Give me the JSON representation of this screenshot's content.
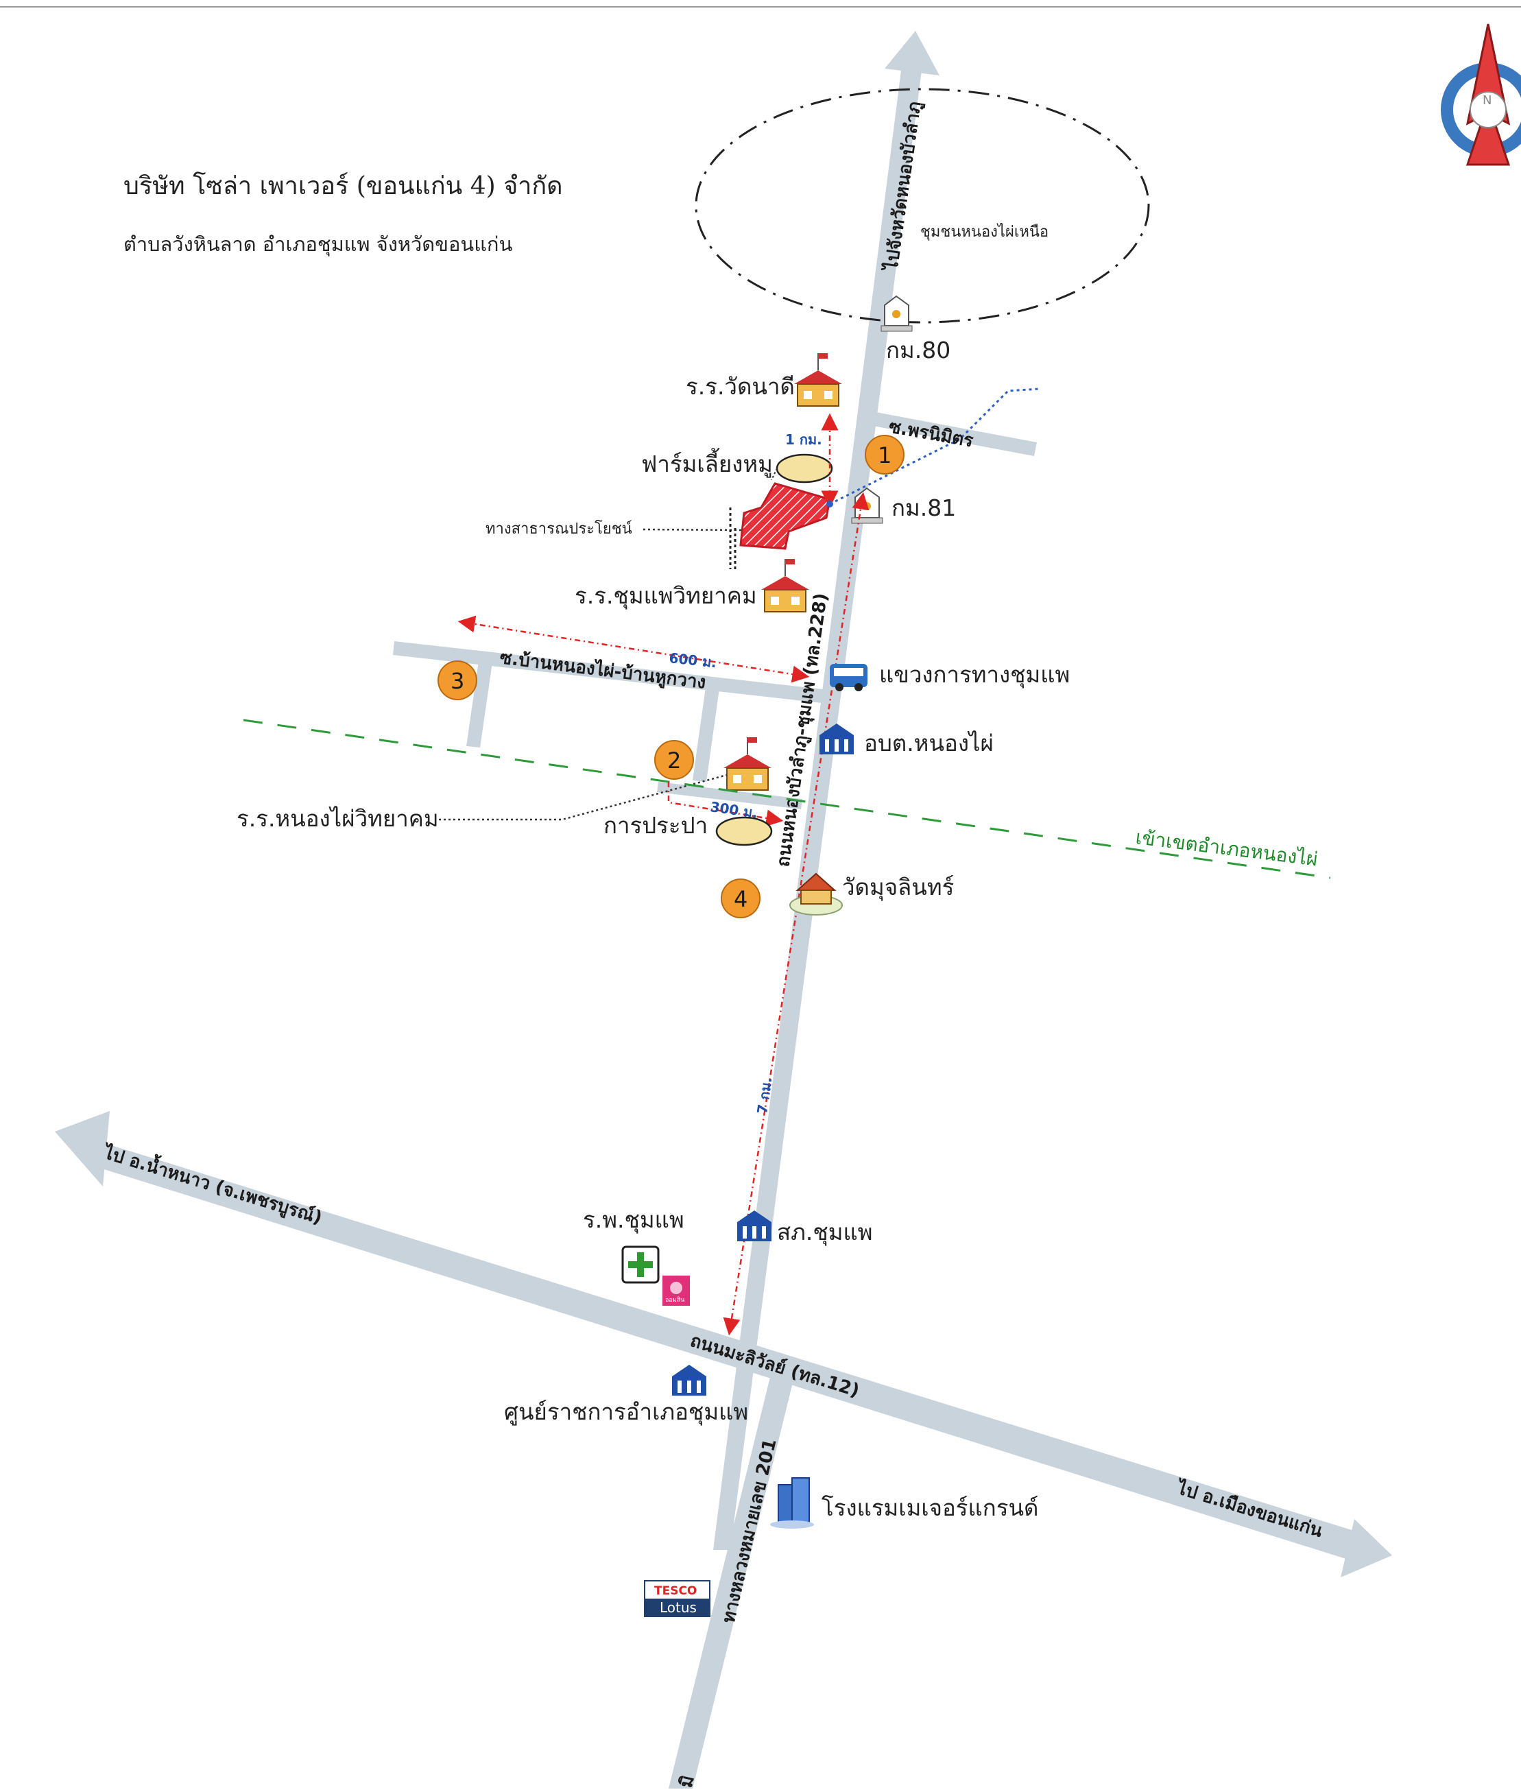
{
  "title": "บริษัท โซล่า เพาเวอร์ (ขอนแก่น 4) จำกัด",
  "subtitle": "ตำบลวังหินลาด อำเภอชุมแพ จังหวัดขอนแก่น",
  "compass": {
    "label": "N"
  },
  "roads": {
    "main_north": "ไปจังหวัดหนองบัวลำภู",
    "main_road": "ถนนหนองบัวลำภู-ชุมแพ (ทล.228)",
    "soi_pornnimit": "ซ.พรนิมิตร",
    "soi_nongphai": "ซ.บ้านหนองไผ่-บ้านหูกวาง",
    "maliwan": "ถนนมะลิวัลย์ (ทล.12)",
    "to_namnao": "ไป อ.น้ำหนาว (จ.เพชรบูรณ์)",
    "to_khonkaen": "ไป อ.เมืองขอนแก่น",
    "hwy201": "ทางหลวงหมายเลข 201",
    "hwy201_end": "มิ"
  },
  "places": {
    "community": "ชุมชนหนองไผ่เหนือ",
    "km80": "กม.80",
    "km81": "กม.81",
    "school_watnadi": "ร.ร.วัดนาดี",
    "pig_farm": "ฟาร์มเลี้ยงหมู",
    "public_utility": "ทางสาธารณประโยชน์",
    "school_chumphae": "ร.ร.ชุมแพวิทยาคม",
    "highway_office": "แขวงการทางชุมแพ",
    "sao_nongphai": "อบต.หนองไผ่",
    "school_nongphai": "ร.ร.หนองไผ่วิทยาคม",
    "waterworks": "การประปา",
    "wat_mutchalin": "วัดมุจลินทร์",
    "district_entry": "เข้าเขตอำเภอหนองไผ่",
    "hospital": "ร.พ.ชุมแพ",
    "police": "สภ.ชุมแพ",
    "gov_center": "ศูนย์ราชการอำเภอชุมแพ",
    "hotel": "โรงแรมเมเจอร์แกรนด์",
    "tesco_top": "TESCO",
    "tesco_bottom": "Lotus",
    "bank_logo": "ออมสิน"
  },
  "distances": {
    "d1": "1 กม.",
    "d600": "600 ม.",
    "d300": "300 ม.",
    "d7": "7 กม."
  },
  "markers": [
    "1",
    "2",
    "3",
    "4"
  ],
  "colors": {
    "road": "#c9d3dc",
    "marker": "#f39a2e",
    "site": "#e8303a",
    "distance_line": "#e02424",
    "utility_line": "#2c5fc4",
    "district_line": "#2e9b3a",
    "compass_ring": "#3a78c0",
    "compass_needle": "#e23b3b"
  }
}
